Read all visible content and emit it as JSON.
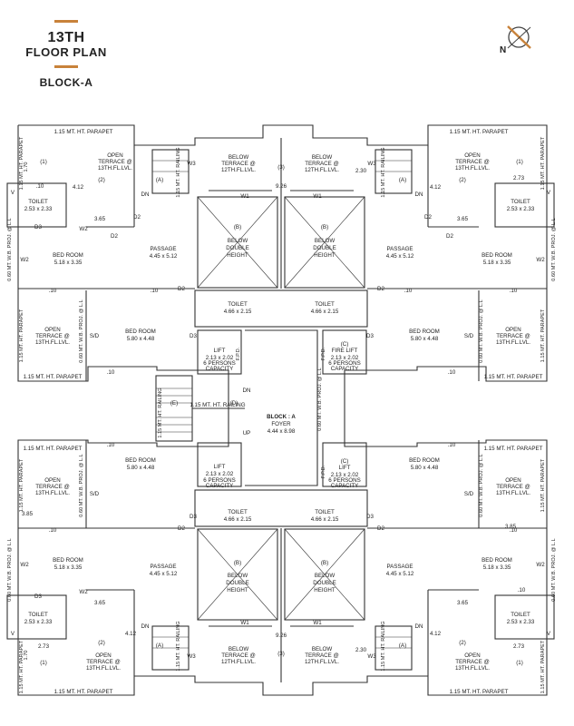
{
  "header": {
    "line1": "13TH",
    "line2": "FLOOR PLAN",
    "line3": "BLOCK-A",
    "accent_color": "#c8823a"
  },
  "compass": {
    "north_label": "N",
    "icon": "north-compass-icon"
  },
  "labels": {
    "parapet": "1.15 MT. HT. PARAPET",
    "open_terrace": [
      "OPEN",
      "TERRACE @",
      "13TH.FL.LVL."
    ],
    "below_terrace": [
      "BELOW",
      "TERRACE @",
      "12TH.FL.LVL."
    ],
    "toilet": "TOILET",
    "toilet_dim_small": "2.53 x 2.33",
    "toilet_dim_main": "4.66 x 2.15",
    "bedroom": "BED ROOM",
    "bedroom_dim_a": "5.18 x 3.35",
    "bedroom_dim_b": "5.80 x 4.48",
    "passage": "PASSAGE",
    "passage_dim": "4.45 x 5.12",
    "below_double": [
      "(B)",
      "BELOW",
      "DOUBLE",
      "HEIGHT"
    ],
    "lift": "LIFT",
    "fire_lift": "FIRE LIFT",
    "lift_dim": "2.13 x 2.02",
    "lift_capacity": [
      "6 PERSONS",
      "CAPACITY"
    ],
    "block": "BLOCK : A",
    "foyer": "FOYER",
    "foyer_dim": "4.44 x 8.98",
    "ms_railing": "1.15 MT. HT. RAILING",
    "wb_proj": "0.60 MT. W.B. PROJ. @ L.L",
    "dn": "DN",
    "up": "UP",
    "marks": {
      "one": "(1)",
      "two": "(2)",
      "three": "(3)",
      "a": "(A)",
      "c": "(C)",
      "d": "(D)",
      "e": "(E)",
      "w1": "W1",
      "w2": "W2",
      "w3": "W3",
      "d2": "D2",
      "d3": "D3",
      "sd": "S/D",
      "v": "V",
      "ten": ".10",
      "fpd": "F.P.D."
    },
    "dims": {
      "d412": "4.12",
      "d365": "3.65",
      "d273": "2.73",
      "d170": "1.70",
      "d230": "2.30",
      "d926": "9.26",
      "d385": "3.85"
    }
  }
}
